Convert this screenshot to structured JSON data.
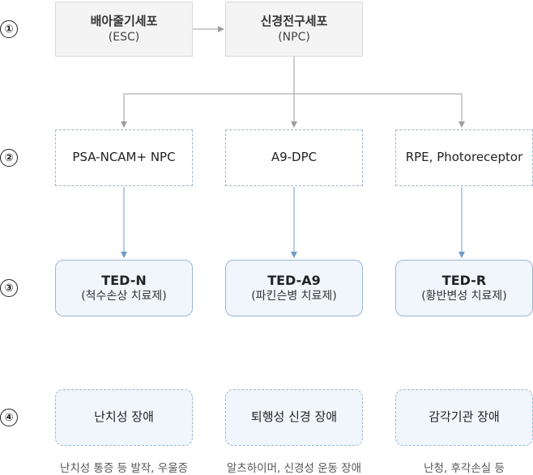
{
  "steps": [
    "①",
    "②",
    "③",
    "④"
  ],
  "row1": [
    {
      "title": "배아줄기세포",
      "sub": "(ESC)"
    },
    {
      "title": "신경전구세포",
      "sub": "(NPC)"
    }
  ],
  "row2": [
    "PSA-NCAM+ NPC",
    "A9-DPC",
    "RPE, Photoreceptor"
  ],
  "row3": [
    {
      "title": "TED-N",
      "sub": "(척수손상 치료제)"
    },
    {
      "title": "TED-A9",
      "sub": "(파킨슨병 치료제)"
    },
    {
      "title": "TED-R",
      "sub": "(황반변성 치료제)"
    }
  ],
  "row4": [
    "난치성 장애",
    "퇴행성 신경 장애",
    "감각기관 장애"
  ],
  "captions": [
    "난치성 통증 등 발작, 우울증",
    "알츠하이머, 신경성 운동 장애",
    "난청, 후각손실 등"
  ],
  "colors": {
    "gray_line": "#9e9e9e",
    "blue_line": "#6f9cc8",
    "box_border": "#9bb6d2",
    "box_fill": "#f1f6fc"
  }
}
